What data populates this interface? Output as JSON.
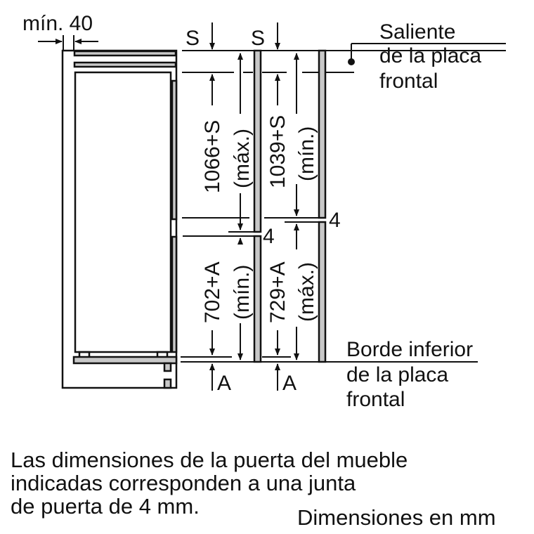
{
  "diagram": {
    "min_gap_label": "mín. 40",
    "s_label_left": "S",
    "s_label_right": "S",
    "saliente_label": [
      "Saliente",
      "de la placa",
      "frontal"
    ],
    "borde_label": [
      "Borde inferior",
      "de la placa",
      "frontal"
    ],
    "dim_upper_left": {
      "value": "1066+S",
      "qualifier": "(máx.)"
    },
    "dim_upper_right": {
      "value": "1039+S",
      "qualifier": "(mín.)"
    },
    "dim_lower_left": {
      "value": "702+A",
      "qualifier": "(mín.)"
    },
    "dim_lower_right": {
      "value": "729+A",
      "qualifier": "(máx.)"
    },
    "gap_left": "4",
    "gap_right": "4",
    "a_label_left": "A",
    "a_label_right": "A",
    "colors": {
      "line": "#111111",
      "panel_fill": "#c8c8c8",
      "background": "#ffffff"
    }
  },
  "notes": {
    "door_note_lines": [
      "Las dimensiones de la puerta del mueble",
      "indicadas corresponden a una junta",
      "de puerta de 4 mm."
    ],
    "units": "Dimensiones en mm"
  }
}
